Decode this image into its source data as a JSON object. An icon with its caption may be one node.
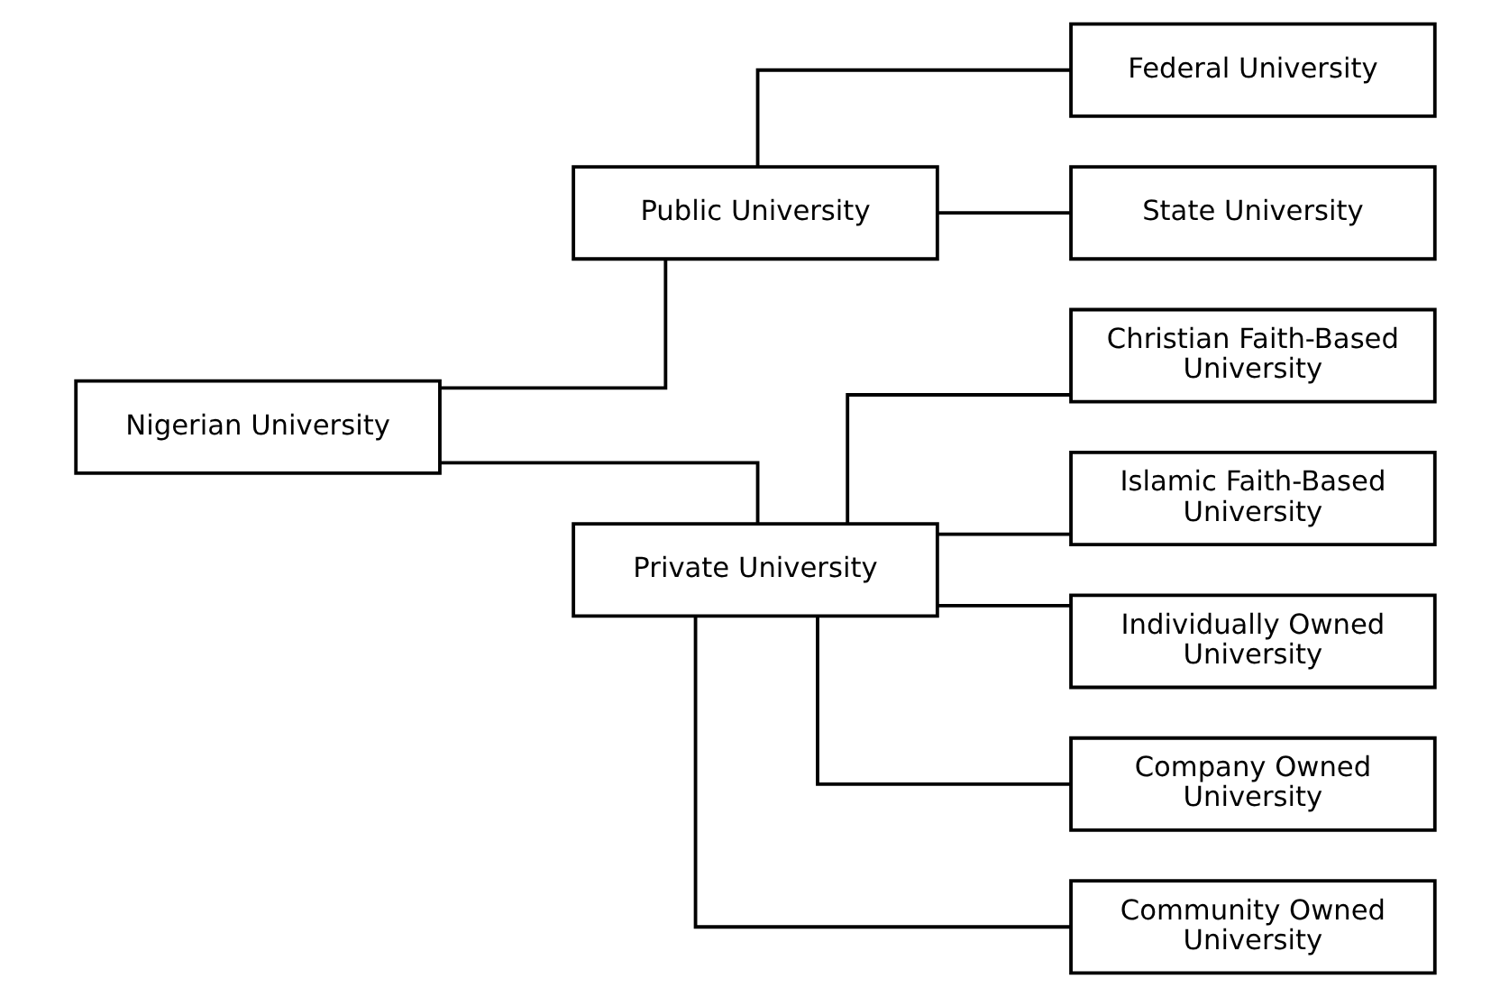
{
  "diagram": {
    "nodes": [
      {
        "text": [
          "Nigerian University"
        ]
      },
      {
        "text": [
          "Public University"
        ]
      },
      {
        "text": [
          "Private University"
        ]
      },
      {
        "text": [
          "Federal University"
        ]
      },
      {
        "text": [
          "State University"
        ]
      },
      {
        "text": [
          "Christian Faith-Based University"
        ]
      },
      {
        "text": [
          "Islamic Faith-Based University"
        ]
      },
      {
        "text": [
          "Individually Owned University"
        ]
      },
      {
        "text": [
          "Company Owned University"
        ]
      },
      {
        "text": [
          "Community Owned University"
        ]
      }
    ],
    "edges": [
      {
        "from": 0,
        "to": 1,
        "arrow": "none"
      },
      {
        "from": 0,
        "to": 2,
        "arrow": "none"
      },
      {
        "from": 1,
        "to": 3,
        "arrow": "none"
      },
      {
        "from": 1,
        "to": 4,
        "arrow": "none"
      },
      {
        "from": 2,
        "to": 5,
        "arrow": "none"
      },
      {
        "from": 2,
        "to": 6,
        "arrow": "none"
      },
      {
        "from": 2,
        "to": 7,
        "arrow": "none"
      },
      {
        "from": 2,
        "to": 8,
        "arrow": "none"
      },
      {
        "from": 2,
        "to": 9,
        "arrow": "none"
      }
    ]
  }
}
